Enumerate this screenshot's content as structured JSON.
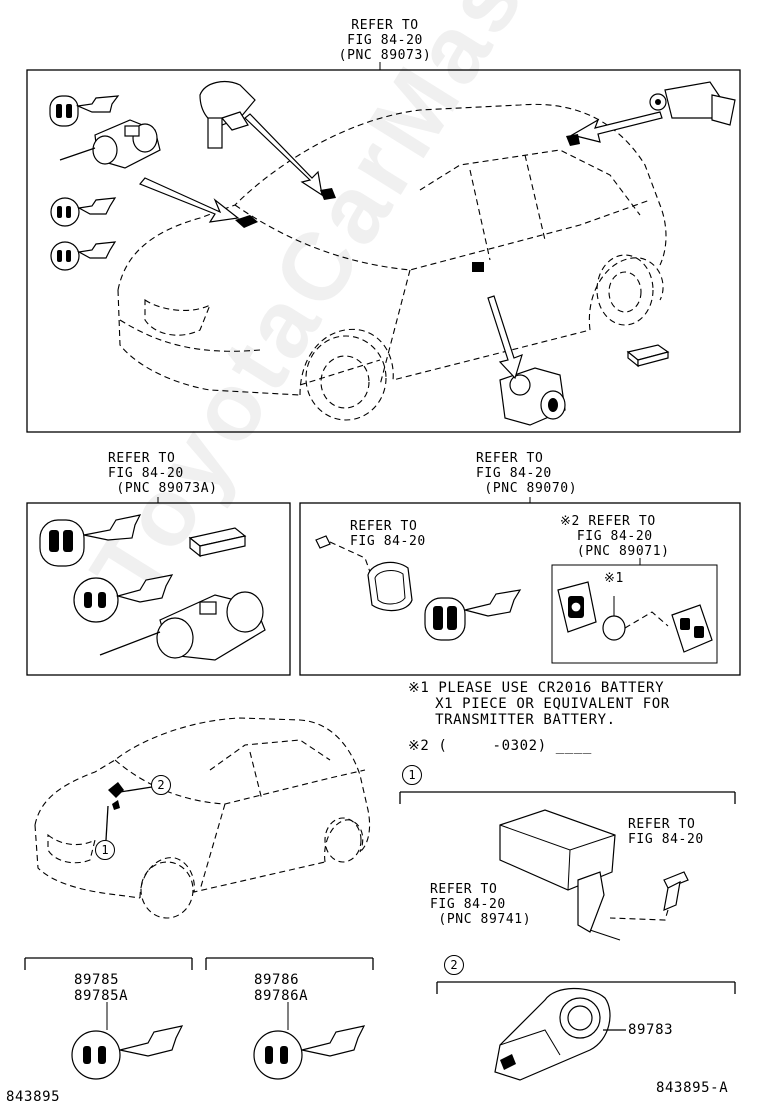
{
  "watermark": "ToyotaCarMaster.ru",
  "refs": {
    "top": "REFER TO\nFIG 84-20\n(PNC 89073)",
    "left_panel": "REFER TO\nFIG 84-20\n (PNC 89073A)",
    "right_panel": "REFER TO\nFIG 84-20\n (PNC 89070)",
    "cover": "REFER TO\nFIG 84-20",
    "transmitter": "※2 REFER TO\n  FIG 84-20\n  (PNC 89071)",
    "ecu_right": "REFER TO\nFIG 84-20",
    "ecu_left": "REFER TO\nFIG 84-20\n (PNC 89741)"
  },
  "markers": {
    "battery": "※1"
  },
  "notes": {
    "note1": "※1 PLEASE USE CR2016 BATTERY\n   X1 PIECE OR EQUIVALENT FOR\n   TRANSMITTER BATTERY.",
    "note2": "※2 (     -0302) ____"
  },
  "callouts": {
    "c1": "1",
    "c2": "2"
  },
  "parts": {
    "key1": "89785\n89785A",
    "key2": "89786\n89786A",
    "sensor": "89783"
  },
  "figure_ids": {
    "left": "843895",
    "right": "843895-A"
  },
  "icons": [
    "car-outline-icon",
    "key-icon",
    "ignition-lock-cylinder-icon",
    "door-lock-cylinder-icon",
    "transponder-chip-icon",
    "transmitter-case-icon",
    "coin-battery-icon",
    "ecu-module-icon",
    "immobiliser-coil-icon",
    "bolt-icon"
  ]
}
